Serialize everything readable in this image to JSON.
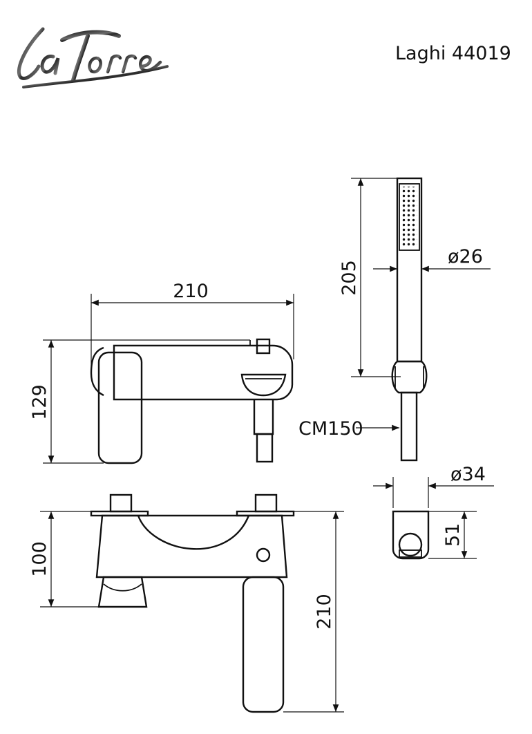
{
  "brand": {
    "logo_text": "laTorre"
  },
  "header": {
    "model": "Laghi 44019"
  },
  "dimensions": {
    "top_width": "210",
    "top_height": "129",
    "handshower_length": "205",
    "handshower_diameter": "ø26",
    "hose": "CM150",
    "holder_diameter": "ø34",
    "holder_height": "51",
    "front_height": "100",
    "spout_height": "210"
  },
  "colors": {
    "line": "#111111"
  }
}
